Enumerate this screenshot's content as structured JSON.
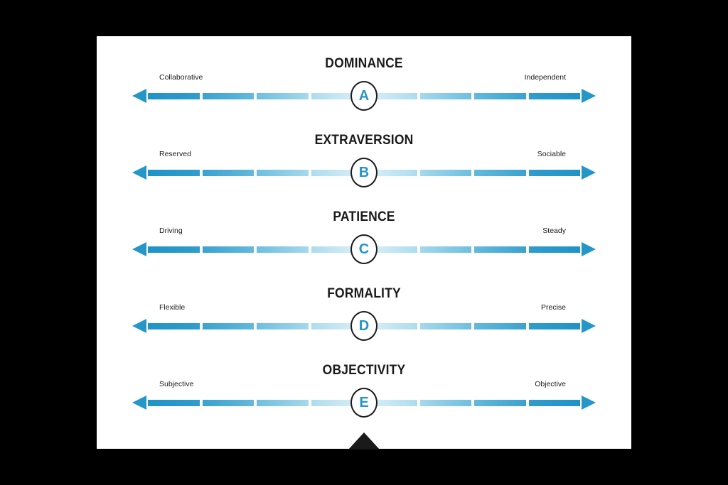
{
  "theme": {
    "background": "#000000",
    "card_background": "#ffffff",
    "accent_blue": "#2596c8",
    "title_color": "#1a1a1a",
    "notch_color": "#1a1a1a"
  },
  "diagram": {
    "type": "bipolar-scale-set",
    "segments_per_side": 4,
    "rows": [
      {
        "title": "DOMINANCE",
        "left_label": "Collaborative",
        "right_label": "Independent",
        "marker": "A"
      },
      {
        "title": "EXTRAVERSION",
        "left_label": "Reserved",
        "right_label": "Sociable",
        "marker": "B"
      },
      {
        "title": "PATIENCE",
        "left_label": "Driving",
        "right_label": "Steady",
        "marker": "C"
      },
      {
        "title": "FORMALITY",
        "left_label": "Flexible",
        "right_label": "Precise",
        "marker": "D"
      },
      {
        "title": "OBJECTIVITY",
        "left_label": "Subjective",
        "right_label": "Objective",
        "marker": "E"
      }
    ]
  }
}
